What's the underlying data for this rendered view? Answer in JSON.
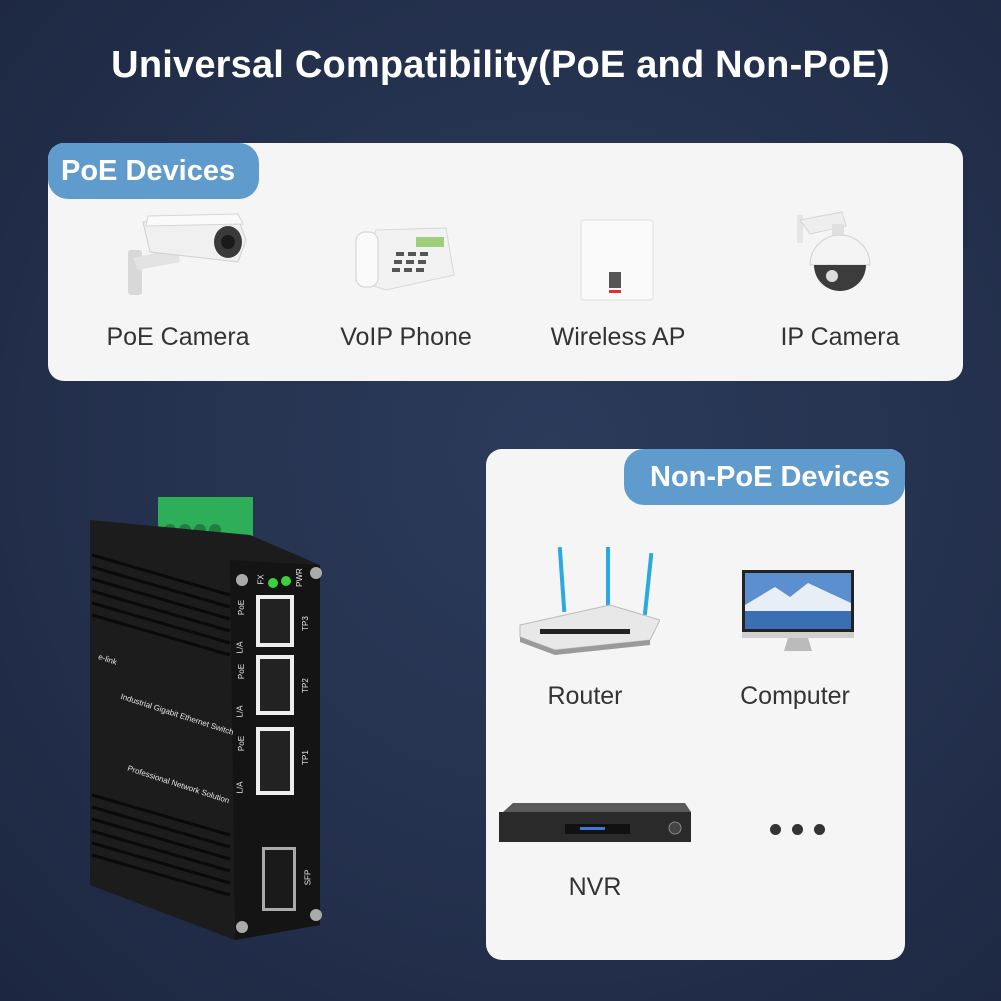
{
  "title": "Universal Compatibility(PoE and Non-PoE)",
  "colors": {
    "background": "#25324f",
    "panel": "#f5f5f5",
    "badge": "#5f9ccd",
    "label_text": "#333333"
  },
  "poe_section": {
    "badge": "PoE Devices",
    "devices": [
      {
        "label": "PoE Camera",
        "icon": "bullet-camera-icon"
      },
      {
        "label": "VoIP Phone",
        "icon": "desk-phone-icon"
      },
      {
        "label": "Wireless AP",
        "icon": "wireless-ap-icon"
      },
      {
        "label": "IP Camera",
        "icon": "dome-camera-icon"
      }
    ]
  },
  "nonpoe_section": {
    "badge": "Non-PoE Devices",
    "devices": [
      {
        "label": "Router",
        "icon": "router-icon"
      },
      {
        "label": "Computer",
        "icon": "monitor-icon"
      },
      {
        "label": "NVR",
        "icon": "nvr-icon"
      }
    ],
    "more": "more-icon"
  },
  "switch": {
    "brand": "e-link",
    "line1": "Industrial Gigabit Ethernet Switch",
    "line2": "Professional Network Solution",
    "leds": [
      "FX",
      "PWR"
    ],
    "ports": [
      {
        "name": "TP3",
        "led_top": "PoE",
        "led_bottom": "L/A"
      },
      {
        "name": "TP2",
        "led_top": "PoE",
        "led_bottom": "L/A"
      },
      {
        "name": "TP1",
        "led_top": "PoE",
        "led_bottom": "L/A"
      }
    ],
    "sfp": "SFP"
  }
}
